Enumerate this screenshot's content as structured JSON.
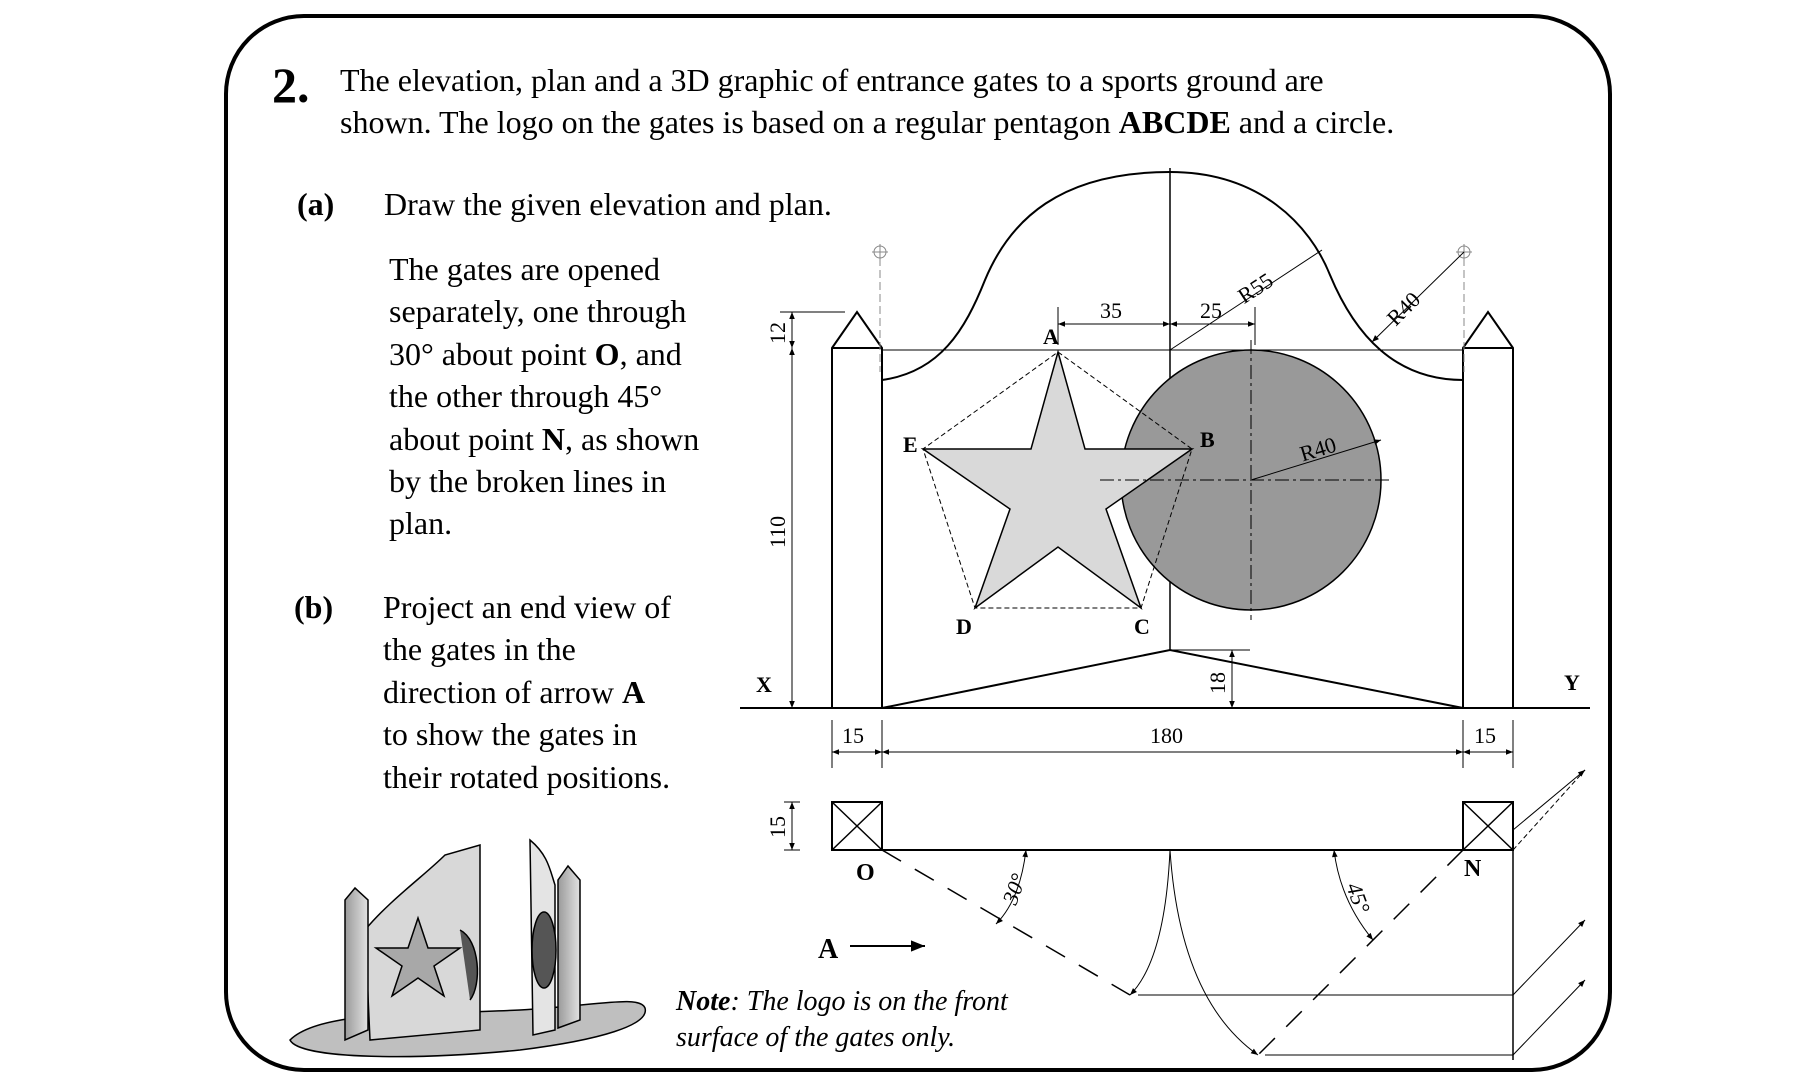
{
  "question": {
    "number": "2.",
    "intro_line1": "The elevation, plan and a 3D graphic of entrance gates to a sports ground are",
    "intro_line2_a": "shown.  The logo on the gates is based on a regular pentagon ",
    "intro_line2_bold": "ABCDE",
    "intro_line2_b": " and a circle."
  },
  "part_a": {
    "label": "(a)",
    "instruction": "Draw the given elevation and plan.",
    "para": [
      "The gates are opened",
      "separately, one through",
      [
        "30° about point ",
        "O",
        ", and"
      ],
      "the other through 45°",
      [
        "about point ",
        "N",
        ", as shown"
      ],
      "by the broken lines in",
      "plan."
    ]
  },
  "part_b": {
    "label": "(b)",
    "lines": [
      "Project an end view of",
      "the gates in the",
      [
        "direction of arrow ",
        "A"
      ],
      "to show the gates in",
      "their rotated positions."
    ]
  },
  "note": {
    "label": "Note",
    "text1": ": The logo is on the front",
    "text2": "surface of the gates only."
  },
  "drawing": {
    "points": [
      "A",
      "B",
      "C",
      "D",
      "E"
    ],
    "plan_points": [
      "O",
      "N"
    ],
    "axis_labels": [
      "X",
      "Y"
    ],
    "dimensions": {
      "post_cap": "12",
      "height": "110",
      "d35": "35",
      "d25": "25",
      "r55": "R55",
      "r40_top": "R40",
      "r40_circle": "R40",
      "base_rise": "18",
      "post_left": "15",
      "span": "180",
      "post_right": "15",
      "post_depth": "15",
      "angle_30": "30°",
      "angle_45": "45°"
    },
    "arrow_label": "A"
  }
}
